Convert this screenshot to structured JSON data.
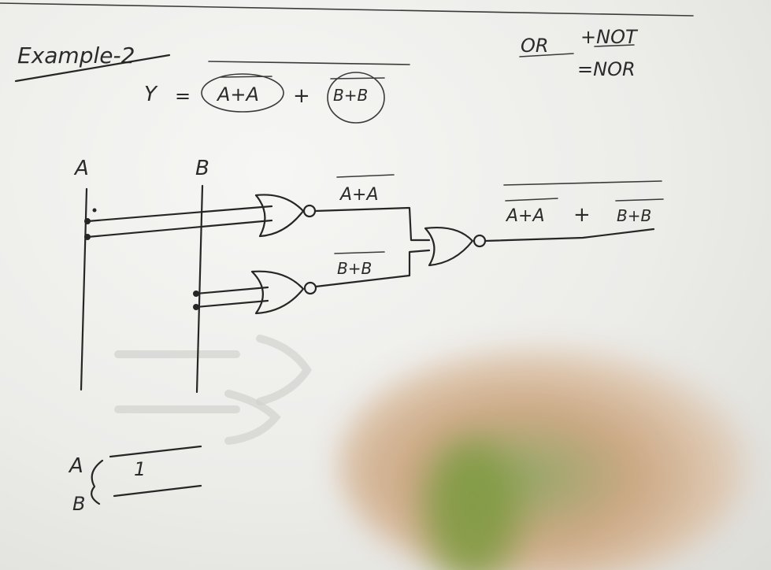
{
  "title": "Example-2",
  "equation": {
    "lhs": "Y",
    "eq": "=",
    "term1": "A+A",
    "plus": "+",
    "term2": "B+B"
  },
  "note": {
    "line1_a": "OR",
    "line1_b": "+NOT",
    "line2": "=NOR"
  },
  "inputs": {
    "a": "A",
    "b": "B"
  },
  "gate_outputs": {
    "top": "A+A",
    "bottom": "B+B",
    "final_term1": "A+A",
    "final_plus": "+",
    "final_term2": "B+B"
  },
  "truth_table": {
    "a": "A",
    "b": "B",
    "value": "1"
  }
}
